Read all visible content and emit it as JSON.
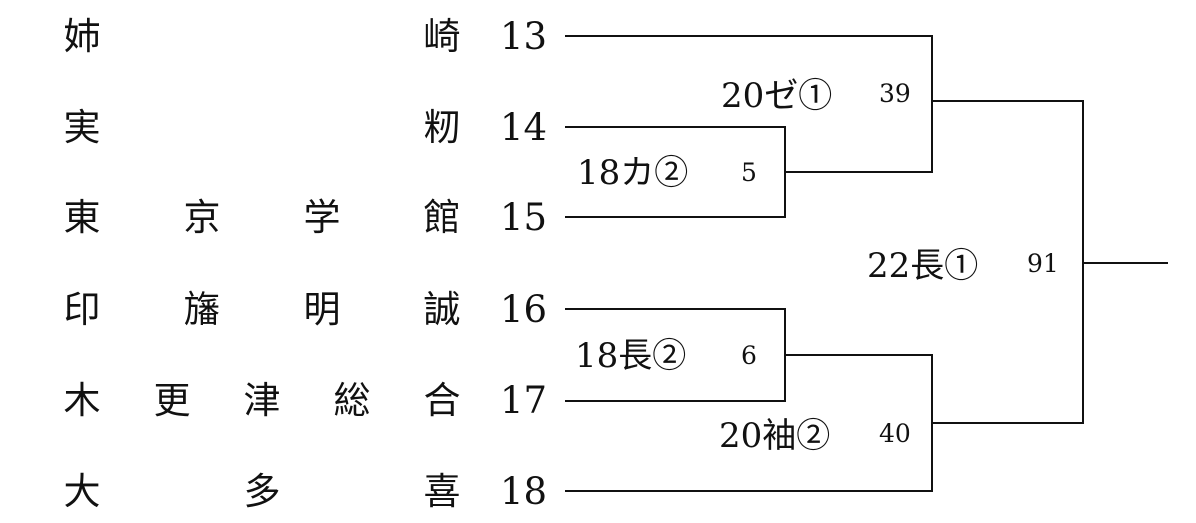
{
  "teams": [
    {
      "name": "姉崎",
      "seed": "13"
    },
    {
      "name": "実籾",
      "seed": "14"
    },
    {
      "name": "東京学館",
      "seed": "15"
    },
    {
      "name": "印旛明誠",
      "seed": "16"
    },
    {
      "name": "木更津総合",
      "seed": "17"
    },
    {
      "name": "大多喜",
      "seed": "18"
    }
  ],
  "games": [
    {
      "label": "18カ②",
      "number": "5"
    },
    {
      "label": "18長②",
      "number": "6"
    },
    {
      "label": "20ゼ①",
      "number": "39"
    },
    {
      "label": "20袖②",
      "number": "40"
    },
    {
      "label": "22長①",
      "number": "91"
    }
  ]
}
